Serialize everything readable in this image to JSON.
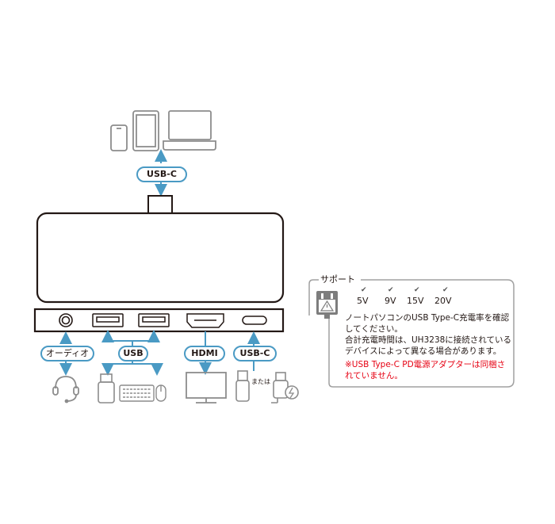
{
  "labels": {
    "top_usbc": "USB-C",
    "audio": "オーディオ",
    "usb": "USB",
    "hdmi": "HDMI",
    "usbc": "USB-C",
    "or": "または"
  },
  "support": {
    "title": "サポート",
    "voltages": [
      "5V",
      "9V",
      "15V",
      "20V"
    ],
    "check_icon": "check-icon",
    "note_lines": [
      "ノートパソコンのUSB Type-C充電率を確認",
      "してください。",
      "合計充電時間は、UH3238に接続されている",
      "デバイスによって異なる場合があります。"
    ],
    "warning_lines": [
      "※USB Type-C PD電源アダプターは同梱さ",
      "れていません。"
    ]
  },
  "colors": {
    "accent": "#4a9ac4",
    "outline": "#231815",
    "gray": "#8c8c8c",
    "warning": "#e60012"
  }
}
